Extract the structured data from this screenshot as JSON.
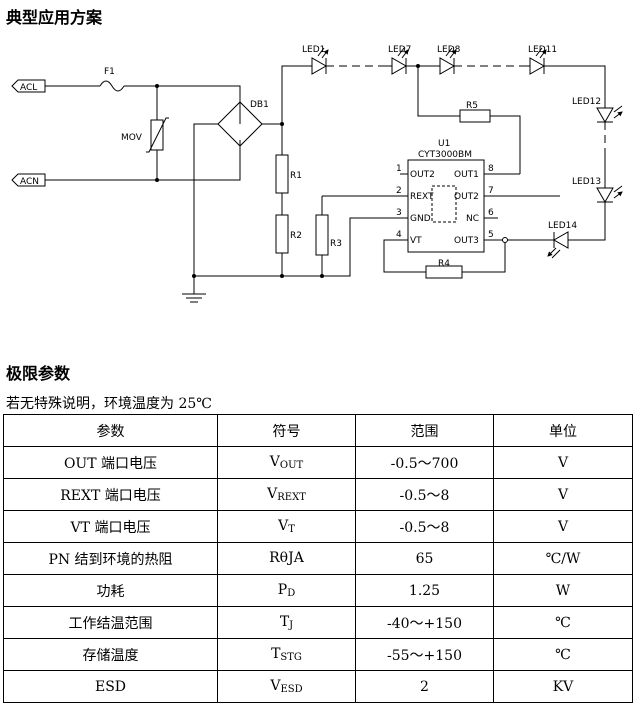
{
  "heading_typical": "典型应用方案",
  "heading_limits": "极限参数",
  "note": "若无特殊说明，环境温度为 25℃",
  "circuit": {
    "acl": "ACL",
    "acn": "ACN",
    "f1": "F1",
    "mov": "MOV",
    "db1": "DB1",
    "r1": "R1",
    "r2": "R2",
    "r3": "R3",
    "r4": "R4",
    "r5": "R5",
    "led1": "LED1",
    "led7": "LED7",
    "led8": "LED8",
    "led11": "LED11",
    "led12": "LED12",
    "led13": "LED13",
    "led14": "LED14",
    "u1": "U1",
    "chip": "CYT3000BM",
    "pins": {
      "out2": "OUT2",
      "rext": "REXT",
      "gnd": "GND",
      "vt": "VT",
      "out1": "OUT1",
      "out2r": "OUT2",
      "nc": "NC",
      "out3": "OUT3",
      "n1": "1",
      "n2": "2",
      "n3": "3",
      "n4": "4",
      "n8": "8",
      "n7": "7",
      "n6": "6",
      "n5": "5"
    }
  },
  "table": {
    "headers": [
      "参数",
      "符号",
      "范围",
      "单位"
    ],
    "rows": [
      {
        "param": "OUT 端口电压",
        "sym": "V",
        "sub": "OUT",
        "range": "-0.5～700",
        "unit": "V"
      },
      {
        "param": "REXT 端口电压",
        "sym": "V",
        "sub": "REXT",
        "range": "-0.5～8",
        "unit": "V"
      },
      {
        "param": "VT 端口电压",
        "sym": "V",
        "sub": "T",
        "range": "-0.5～8",
        "unit": "V"
      },
      {
        "param": "PN 结到环境的热阻",
        "sym": "RθJA",
        "sub": "",
        "range": "65",
        "unit": "℃/W"
      },
      {
        "param": "功耗",
        "sym": "P",
        "sub": "D",
        "range": "1.25",
        "unit": "W"
      },
      {
        "param": "工作结温范围",
        "sym": "T",
        "sub": "J",
        "range": "-40～+150",
        "unit": "℃"
      },
      {
        "param": "存储温度",
        "sym": "T",
        "sub": "STG",
        "range": "-55～+150",
        "unit": "℃"
      },
      {
        "param": "ESD",
        "sym": "V",
        "sub": "ESD",
        "range": "2",
        "unit": "KV"
      }
    ]
  }
}
